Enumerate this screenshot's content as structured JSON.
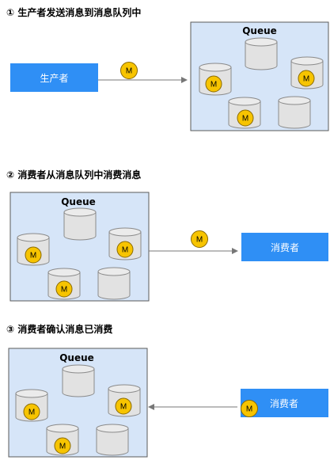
{
  "steps": [
    {
      "title": "① 生产者发送消息到消息队列中",
      "queue_label": "Queue",
      "actor_label": "生产者"
    },
    {
      "title": "② 消费者从消息队列中消费消息",
      "queue_label": "Queue",
      "actor_label": "消费者"
    },
    {
      "title": "③ 消费者确认消息已消费",
      "queue_label": "Queue",
      "actor_label": "消费者"
    }
  ],
  "message_symbol": "M",
  "colors": {
    "queue_fill": "#d6e5f8",
    "queue_border": "#5a5a5a",
    "actor_fill": "#2f8ff5",
    "cylinder_fill": "#e2e2e2",
    "cylinder_stroke": "#8a8a8a",
    "message_fill": "#f7c400",
    "message_stroke": "#8a6a00",
    "arrow": "#777777"
  }
}
